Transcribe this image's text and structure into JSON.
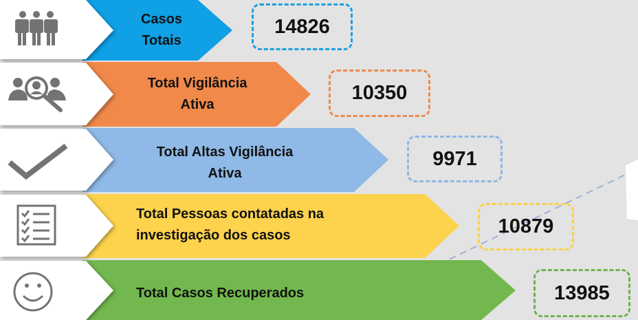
{
  "rows": [
    {
      "label_line1": "Casos",
      "label_line2": "Totais",
      "value": "14826",
      "color": "#0fa0e6",
      "icon": "people-icon"
    },
    {
      "label_line1": "Total Vigilância",
      "label_line2": "Ativa",
      "value": "10350",
      "color": "#f0894a",
      "icon": "search-person-icon"
    },
    {
      "label_line1": "Total Altas Vigilância",
      "label_line2": "Ativa",
      "value": "9971",
      "color": "#8fb9e6",
      "icon": "checkmark-icon"
    },
    {
      "label_line1": "Total Pessoas contatadas na",
      "label_line2": "investigação dos casos",
      "value": "10879",
      "color": "#fdd24c",
      "icon": "checklist-icon"
    },
    {
      "label_line1": "Total Casos Recuperados",
      "value": "13985",
      "color": "#72b84e",
      "icon": "smiley-icon"
    }
  ]
}
